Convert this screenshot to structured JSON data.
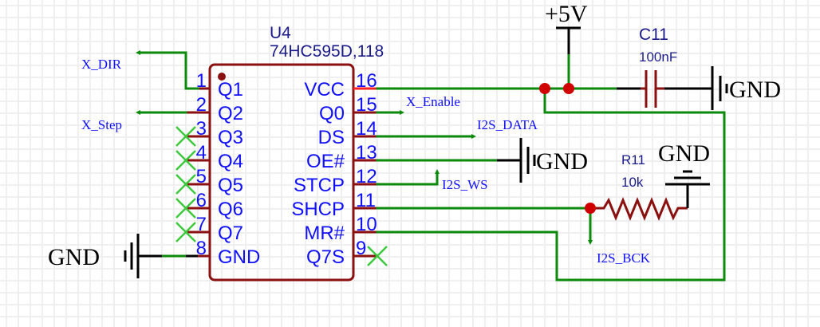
{
  "component": {
    "designator": "U4",
    "part": "74HC595D,118",
    "left_pins": [
      {
        "num": "1",
        "name": "Q1",
        "net": "X_DIR"
      },
      {
        "num": "2",
        "name": "Q2",
        "net": "X_Step"
      },
      {
        "num": "3",
        "name": "Q3",
        "net": null
      },
      {
        "num": "4",
        "name": "Q4",
        "net": null
      },
      {
        "num": "5",
        "name": "Q5",
        "net": null
      },
      {
        "num": "6",
        "name": "Q6",
        "net": null
      },
      {
        "num": "7",
        "name": "Q7",
        "net": null
      },
      {
        "num": "8",
        "name": "GND",
        "net": "GND"
      }
    ],
    "right_pins": [
      {
        "num": "16",
        "name": "VCC",
        "net": "+5V",
        "highlight_color": "#ff2020"
      },
      {
        "num": "15",
        "name": "Q0",
        "net": "X_Enable"
      },
      {
        "num": "14",
        "name": "DS",
        "net": "I2S_DATA"
      },
      {
        "num": "13",
        "name": "OE#",
        "net": "GND"
      },
      {
        "num": "12",
        "name": "STCP",
        "net": "I2S_WS"
      },
      {
        "num": "11",
        "name": "SHCP",
        "net": "I2S_BCK"
      },
      {
        "num": "10",
        "name": "MR#",
        "net": "+5V"
      },
      {
        "num": "9",
        "name": "Q7S",
        "net": null
      }
    ]
  },
  "nets": {
    "x_dir": "X_DIR",
    "x_step": "X_Step",
    "x_enable": "X_Enable",
    "i2s_data": "I2S_DATA",
    "i2s_ws": "I2S_WS",
    "i2s_bck": "I2S_BCK"
  },
  "power": {
    "vcc_label": "+5V",
    "gnd_label": "GND"
  },
  "capacitor": {
    "designator": "C11",
    "value": "100nF"
  },
  "resistor": {
    "designator": "R11",
    "value": "10k"
  },
  "colors": {
    "wire": "#0c8a0c",
    "pin": "#8b1010",
    "junction": "#d00000",
    "net_label": "#1010ff",
    "no_connect": "#3cc83c"
  }
}
